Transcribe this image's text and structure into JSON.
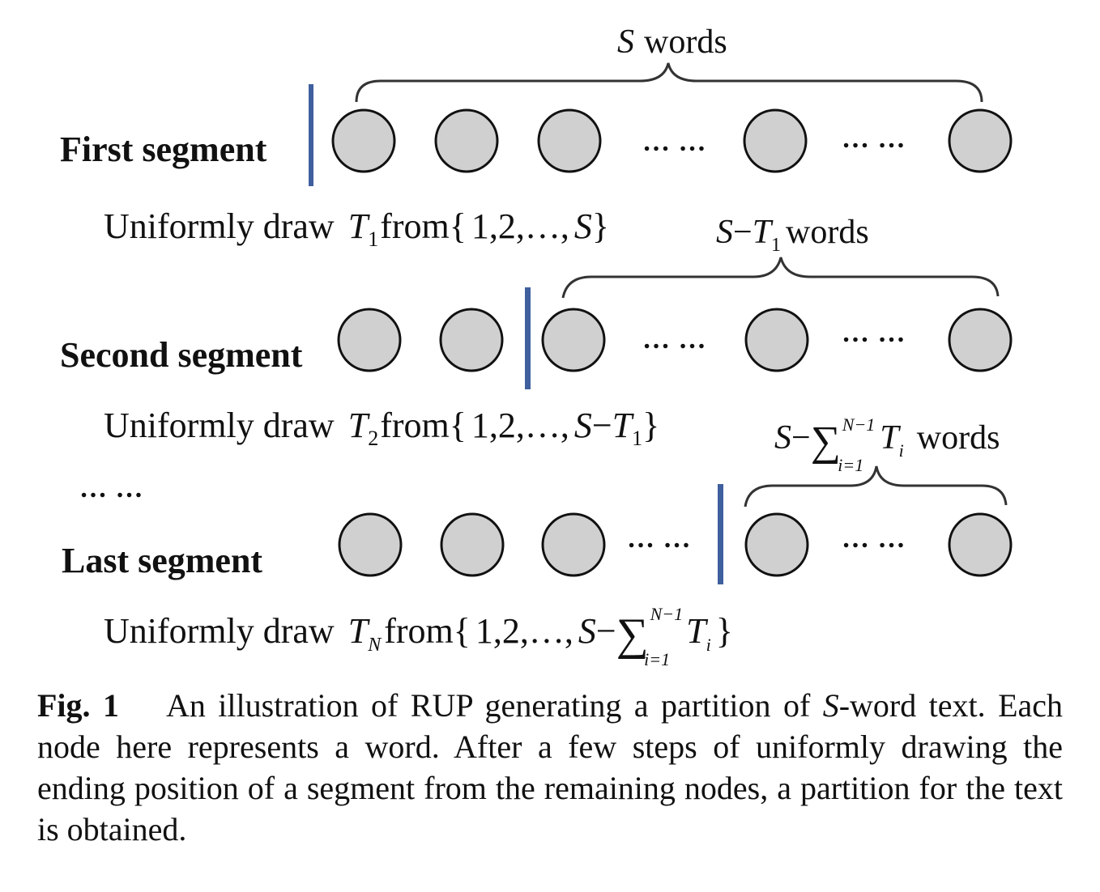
{
  "segments": [
    {
      "label": "First segment"
    },
    {
      "label": "Second segment"
    },
    {
      "label": "Last segment"
    }
  ],
  "ellipsis": "… …",
  "between_ellipsis": "… …",
  "braces": {
    "first": {
      "var": "S",
      "words": "words"
    },
    "second": {
      "s": "S",
      "minus": "−",
      "t": "T",
      "sub": "1",
      "words": "words"
    },
    "last": {
      "s": "S",
      "minus": "−",
      "sigma": "∑",
      "upper": "N−1",
      "lower": "i=1",
      "t": "T",
      "sub": "i",
      "words": "words"
    }
  },
  "draws": [
    {
      "prefix": "Uniformly draw",
      "var": "T",
      "sub": "1",
      "from": "from",
      "lbrace": "{",
      "set": "1,2,…,",
      "s": "S",
      "rbrace": "}"
    },
    {
      "prefix": "Uniformly draw",
      "var": "T",
      "sub": "2",
      "from": "from",
      "lbrace": "{",
      "set": "1,2,…,",
      "s": "S",
      "minus": "−",
      "t": "T",
      "tsub": "1",
      "rbrace": "}"
    },
    {
      "prefix": "Uniformly draw",
      "var": "T",
      "sub": "N",
      "from": "from",
      "lbrace": "{",
      "set": "1,2,…,",
      "s": "S",
      "minus": "−",
      "sigma": "∑",
      "upper": "N−1",
      "lower": "i=1",
      "t": "T",
      "tsub": "i",
      "rbrace": "}"
    }
  ],
  "caption": {
    "label": "Fig. 1",
    "text_before_var": "An illustration of RUP generating a partition of ",
    "var": "S",
    "text_after_var": "-word text. Each node here represents a word.  After a few steps of uniformly drawing the ending position of a segment from the remaining nodes, a partition for the text is obtained."
  },
  "colors": {
    "node_fill": "#d0d0d0",
    "node_stroke": "#111111",
    "divider": "#3f5f9e",
    "brace": "#333333"
  }
}
